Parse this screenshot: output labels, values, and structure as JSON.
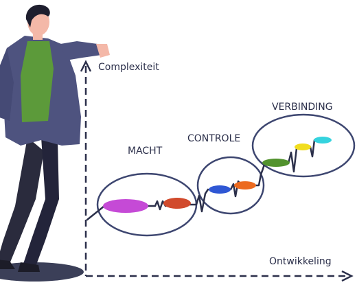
{
  "axes": {
    "y_label": "Complexiteit",
    "x_label": "Ontwikkeling"
  },
  "stages": [
    {
      "label": "MACHT",
      "segments": [
        {
          "color": "#c54ad6"
        },
        {
          "color": "#d14a2c"
        }
      ]
    },
    {
      "label": "CONTROLE",
      "segments": [
        {
          "color": "#2f57d4"
        },
        {
          "color": "#ec6a1f"
        }
      ]
    },
    {
      "label": "VERBINDING",
      "segments": [
        {
          "color": "#52922e"
        },
        {
          "color": "#f1dd1f"
        },
        {
          "color": "#35d3de"
        }
      ]
    }
  ],
  "colors": {
    "axis": "#2b2f4a",
    "ellipse_stroke": "#3d4670",
    "jacket": "#4e537f",
    "shirt": "#5c9a3a",
    "pants": "#2a2b3d",
    "skin": "#f4b8a8",
    "hair": "#1e1e2e",
    "shadow": "#3b3f58"
  },
  "figure": {
    "icon": "person-leaning-icon"
  }
}
